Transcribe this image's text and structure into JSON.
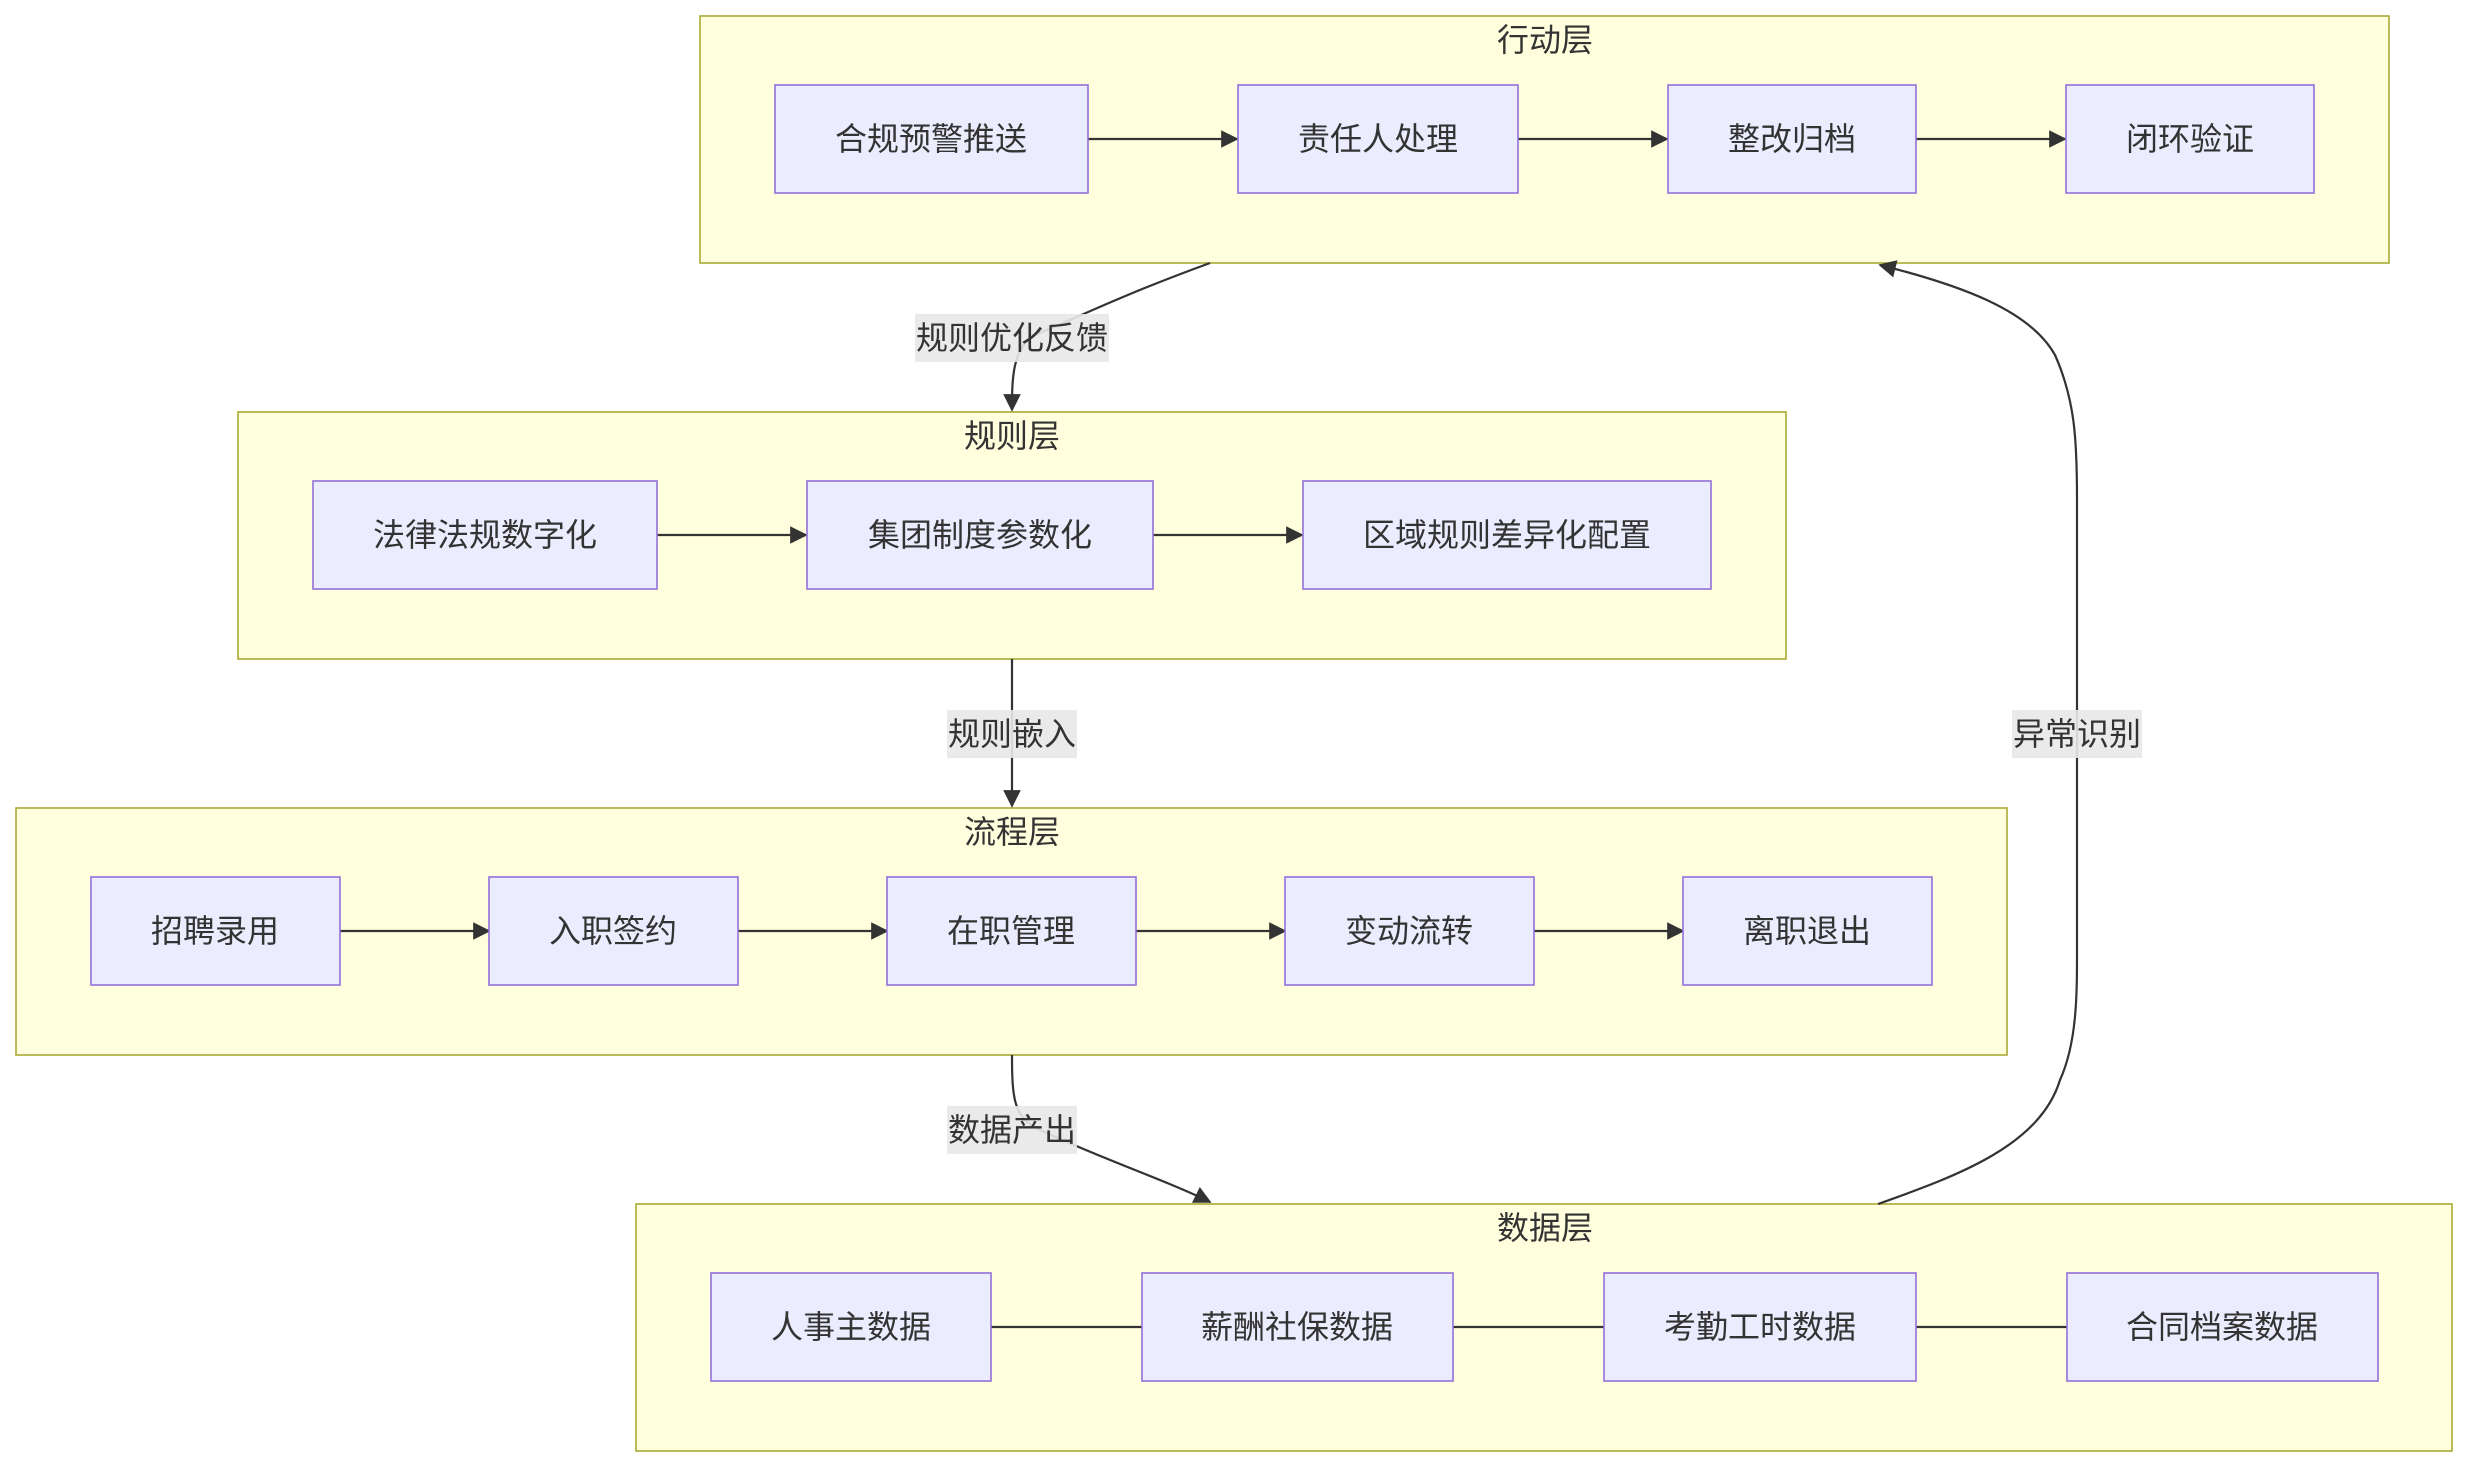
{
  "layers": {
    "action": {
      "title": "行动层",
      "nodes": [
        "合规预警推送",
        "责任人处理",
        "整改归档",
        "闭环验证"
      ]
    },
    "rules": {
      "title": "规则层",
      "nodes": [
        "法律法规数字化",
        "集团制度参数化",
        "区域规则差异化配置"
      ]
    },
    "process": {
      "title": "流程层",
      "nodes": [
        "招聘录用",
        "入职签约",
        "在职管理",
        "变动流转",
        "离职退出"
      ]
    },
    "data": {
      "title": "数据层",
      "nodes": [
        "人事主数据",
        "薪酬社保数据",
        "考勤工时数据",
        "合同档案数据"
      ]
    }
  },
  "edge_labels": {
    "rule_feedback": "规则优化反馈",
    "rule_embed": "规则嵌入",
    "data_output": "数据产出",
    "anomaly_detection": "异常识别"
  },
  "colors": {
    "cluster_fill": "#ffffde",
    "cluster_stroke": "#aaaa33",
    "node_fill": "#ececff",
    "node_stroke": "#9370db",
    "edge": "#333333",
    "text": "#333333"
  }
}
